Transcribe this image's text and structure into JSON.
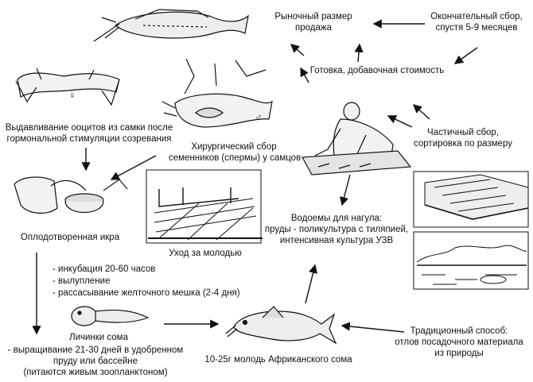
{
  "labels": {
    "market_size": [
      "Рыночный размер",
      "продажа"
    ],
    "final_harvest": [
      "Окончательный сбор,",
      "спустя 5-9 месяцев"
    ],
    "ready": "Готовка, добавочная стоимость",
    "stripping": [
      "Выдавливание ооцитов из самки после",
      "гормональной стимуляции созревания"
    ],
    "surgical": [
      "Хирургический сбор",
      "семенников (спермы) у самцов"
    ],
    "partial_harvest": [
      "Частичный сбор,",
      "сортировка по размеру"
    ],
    "fertilized_eggs": "Оплодотворенная икра",
    "fry_care": "Уход за молодью",
    "grow_out": [
      "Водоемы для нагула:",
      "пруды - поликультура с тиляпией,",
      "интенсивная культура УЗВ"
    ],
    "incubation": [
      "- инкубация 20-60 часов",
      "- вылупление",
      "- рассасывание желточного мешка (2-4 дня)"
    ],
    "larvae": "Личинки сома",
    "larvae_rearing": [
      "- выращивание 21-30 дней в удобренном",
      "пруду или бассейне",
      "(питаются живым зоопланктоном)"
    ],
    "fingerlings": "10-25г молодь Африканского сома",
    "traditional": [
      "Традиционный способ:",
      "отлов посадочного материала",
      "из природы"
    ]
  },
  "symbols": {
    "female": "♀",
    "male": "♂"
  },
  "colors": {
    "ink": "#111111",
    "fill": "#dddddd"
  }
}
